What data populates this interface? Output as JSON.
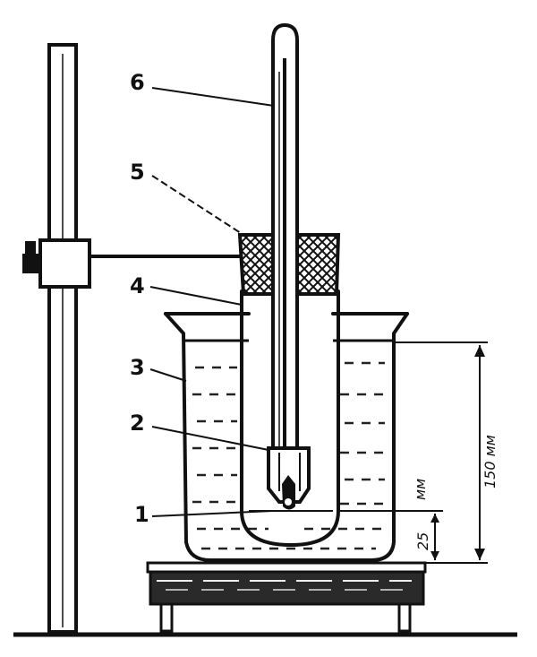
{
  "labels": {
    "l1": "1",
    "l2": "2",
    "l3": "3",
    "l4": "4",
    "l5": "5",
    "l6": "6"
  },
  "dimensions": {
    "total_height": "150 мм",
    "bottom_gap_value": "25",
    "bottom_gap_unit": "мм"
  },
  "colors": {
    "ink": "#111111",
    "background": "#ffffff"
  }
}
